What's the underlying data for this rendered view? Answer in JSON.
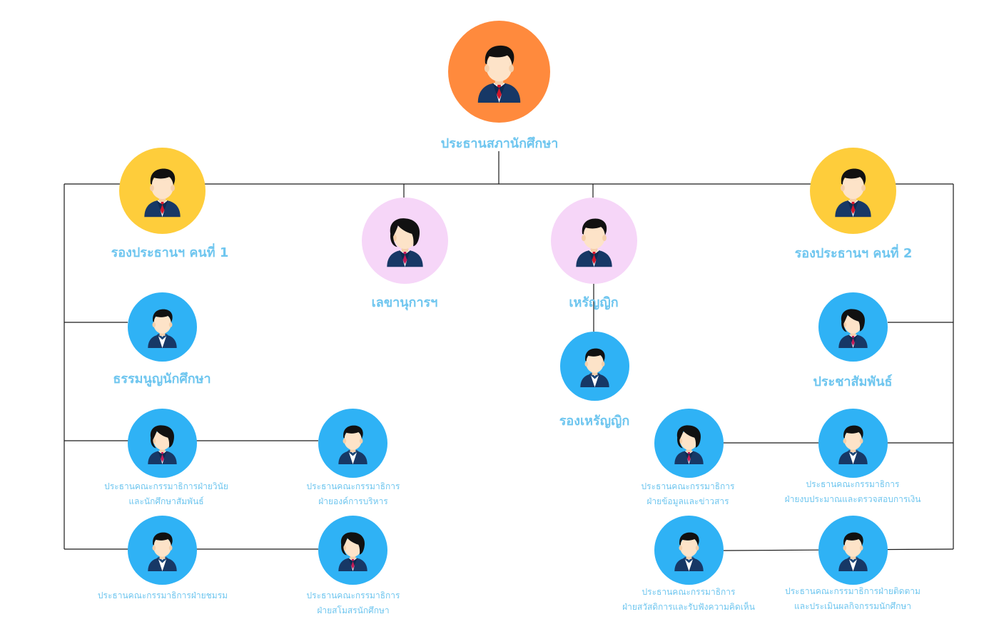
{
  "colors": {
    "line": "#1a1a1a",
    "label": "#6fc6ef",
    "president": "#ff8a3d",
    "vice": "#fecd3b",
    "secretary": "#f6d6f8",
    "committee": "#2fb2f5"
  },
  "nodes": {
    "president": {
      "label": "ประธานสภานักศึกษา",
      "style": "male"
    },
    "vice1": {
      "label": "รองประธานฯ คนที่ 1",
      "style": "male"
    },
    "vice2": {
      "label": "รองประธานฯ คนที่ 2",
      "style": "male"
    },
    "secretary": {
      "label": "เลขานุการฯ",
      "style": "female"
    },
    "treasurer": {
      "label": "เหรัญญิก",
      "style": "male"
    },
    "vice_treasurer": {
      "label": "รองเหรัญญิก",
      "style": "male-casual"
    },
    "constitution": {
      "label": "ธรรมนูญนักศึกษา",
      "style": "male-casual"
    },
    "pr": {
      "label": "ประชาสัมพันธ์",
      "style": "female"
    },
    "discipline": {
      "lines": [
        "ประธานคณะกรรมาธิการฝ่ายวินัย",
        "และนักศึกษาสัมพันธ์"
      ],
      "style": "female"
    },
    "organization": {
      "lines": [
        "ประธานคณะกรรมาธิการ",
        "ฝ่ายองค์การบริหาร"
      ],
      "style": "male-casual"
    },
    "information": {
      "lines": [
        "ประธานคณะกรรมาธิการ",
        "ฝ่ายข้อมูลและข่าวสาร"
      ],
      "style": "female"
    },
    "budget": {
      "lines": [
        "ประธานคณะกรรมาธิการ",
        "ฝ่ายงบประมาณและตรวจสอบการเงิน"
      ],
      "style": "male-casual"
    },
    "clubs": {
      "lines": [
        "ประธานคณะกรรมาธิการฝ่ายชมรม"
      ],
      "style": "male-casual"
    },
    "student_union": {
      "lines": [
        "ประธานคณะกรรมาธิการ",
        "ฝ่ายสโมสรนักศึกษา"
      ],
      "style": "female"
    },
    "welfare": {
      "lines": [
        "ประธานคณะกรรมาธิการ",
        "ฝ่ายสวัสดิการและรับฟังความคิดเห็น"
      ],
      "style": "male-casual"
    },
    "monitoring": {
      "lines": [
        "ประธานคณะกรรมาธิการฝ่ายติดตาม",
        "และประเมินผลกิจกรรมนักศึกษา"
      ],
      "style": "male-casual"
    }
  }
}
